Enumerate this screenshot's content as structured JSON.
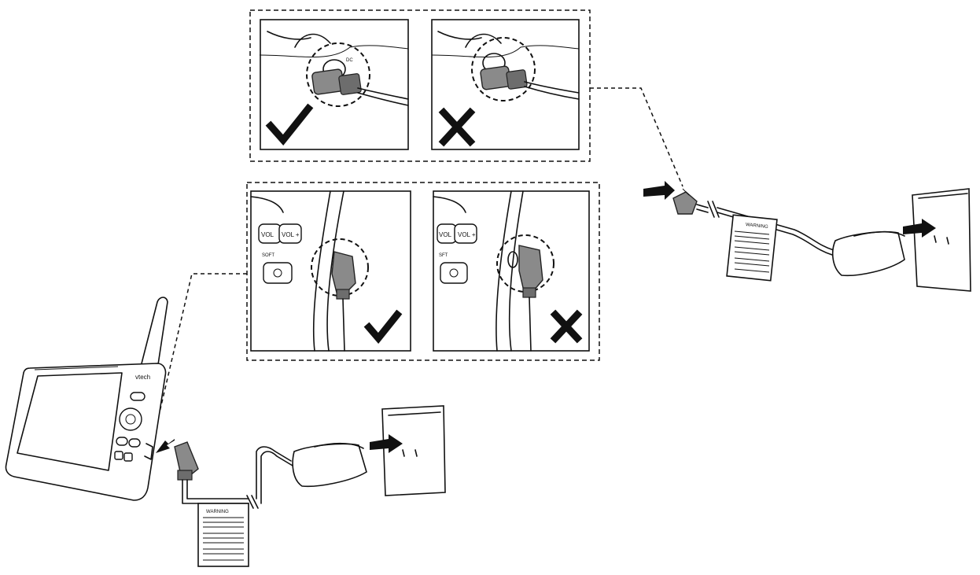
{
  "figure": {
    "labels": {
      "brand": "vtech",
      "vol_minus": "VOL",
      "vol_plus": "VOL +",
      "soft": "SOFT",
      "soft_b": "SFT",
      "warning": "WARNING"
    },
    "indicators": {
      "top_correct": "check-icon",
      "top_incorrect": "cross-icon",
      "mid_correct": "check-icon",
      "mid_incorrect": "cross-icon"
    },
    "colors": {
      "line": "#111111",
      "plug_fill": "#8a8a8a",
      "background": "#ffffff"
    }
  }
}
